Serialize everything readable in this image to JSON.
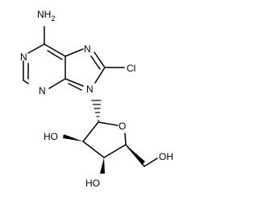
{
  "molecule": {
    "atoms": {
      "amino": "NH",
      "amino_sub": "2",
      "n1": "N",
      "n3": "N",
      "n7": "N",
      "n9": "N",
      "chloro": "Cl",
      "o_ring": "O",
      "oh_2prime": "HO",
      "oh_3prime": "HO",
      "oh_5prime": "OH"
    },
    "colors": {
      "bond": "#000000",
      "label": "#000000",
      "background": "#ffffff"
    }
  }
}
